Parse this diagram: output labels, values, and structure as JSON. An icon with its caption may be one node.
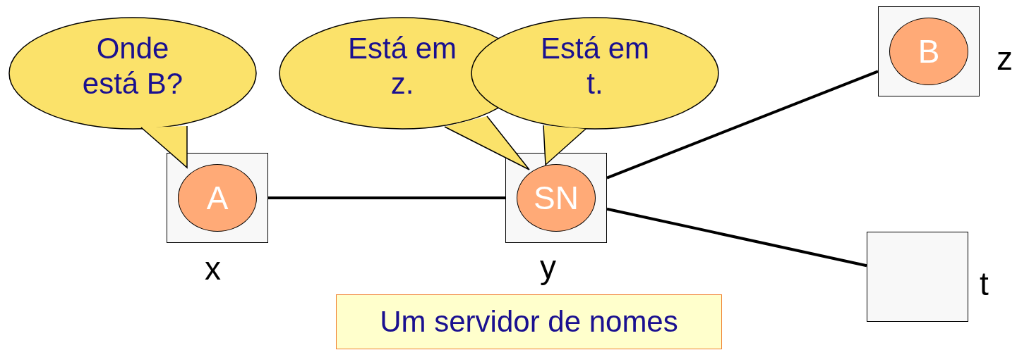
{
  "diagram": {
    "nodes": [
      {
        "text": [],
        "shape": "box",
        "beside": [
          "x"
        ]
      },
      {
        "text": [
          "A"
        ],
        "in": 0
      },
      {
        "text": [],
        "shape": "box",
        "beside": [
          "y"
        ]
      },
      {
        "text": [
          "SN"
        ],
        "in": 2
      },
      {
        "text": [],
        "shape": "box",
        "beside": [
          "z"
        ]
      },
      {
        "text": [
          "B"
        ],
        "in": 4
      },
      {
        "text": [],
        "shape": "box",
        "beside": [
          "t"
        ]
      },
      {
        "text": [
          "Onde está B?"
        ]
      },
      {
        "text": [
          "Está em z."
        ]
      },
      {
        "text": [
          "Está em t."
        ]
      },
      {
        "text": [
          "Um servidor de nomes"
        ]
      }
    ],
    "edges": [
      {
        "from": 0,
        "to": 2,
        "arrow": "none"
      },
      {
        "from": 2,
        "to": 4,
        "arrow": "none"
      },
      {
        "from": 2,
        "to": 6,
        "arrow": "none"
      }
    ]
  }
}
